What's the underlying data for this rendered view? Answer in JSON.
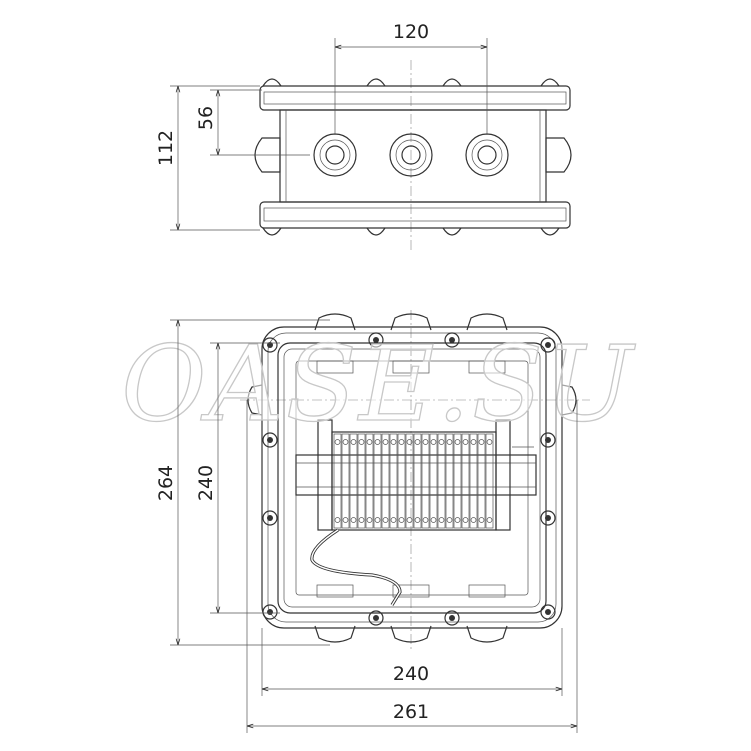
{
  "watermark": "OASE.SU",
  "top_view": {
    "dims": {
      "width_between_glands": "120",
      "gland_height": "56",
      "overall_height": "112"
    }
  },
  "front_view": {
    "dims": {
      "overall_height": "264",
      "inner_height": "240",
      "inner_width": "240",
      "overall_width": "261"
    }
  },
  "colors": {
    "line": "#333333",
    "watermark": "#c8c8c8"
  }
}
